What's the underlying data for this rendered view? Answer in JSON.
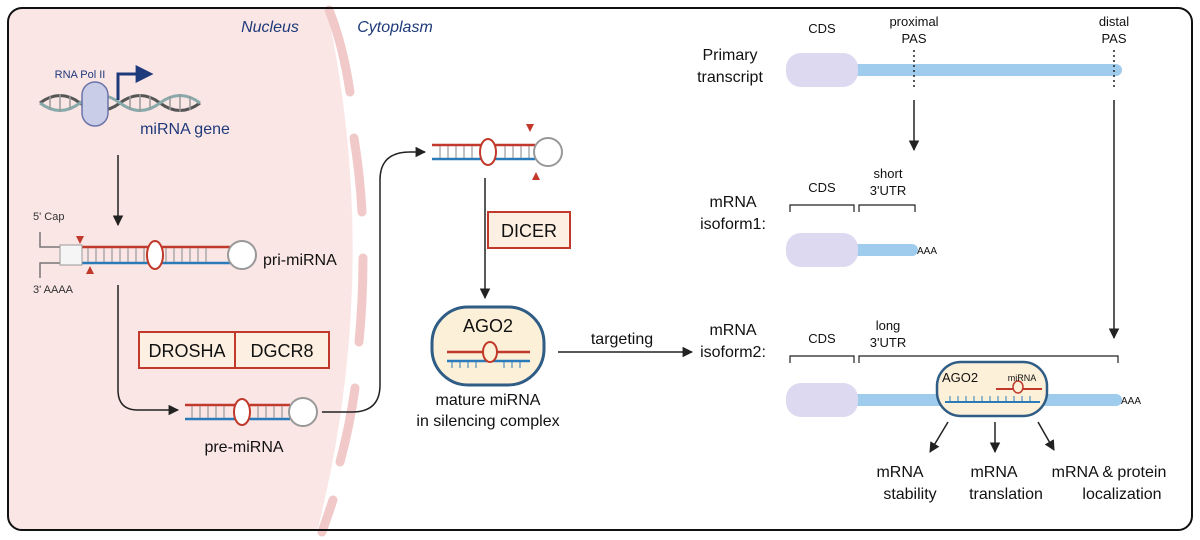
{
  "compartments": {
    "nucleus": "Nucleus",
    "cytoplasm": "Cytoplasm"
  },
  "biogenesis": {
    "polymerase": "RNA Pol II",
    "gene": "miRNA gene",
    "cap_5": "5' Cap",
    "tail_3": "3' AAAA",
    "pri": "pri-miRNA",
    "drosha": "DROSHA",
    "dgcr8": "DGCR8",
    "pre": "pre-miRNA",
    "dicer": "DICER",
    "ago2": "AGO2",
    "mature_line1": "mature miRNA",
    "mature_line2": "in silencing complex",
    "targeting": "targeting"
  },
  "isoforms": {
    "cds": "CDS",
    "proximal_line1": "proximal",
    "proximal_line2": "PAS",
    "distal_line1": "distal",
    "distal_line2": "PAS",
    "primary_line1": "Primary",
    "primary_line2": "transcript",
    "iso1_line1": "mRNA",
    "iso1_line2": "isoform1:",
    "iso2_line1": "mRNA",
    "iso2_line2": "isoform2:",
    "short_line1": "short",
    "short_line2": "3'UTR",
    "long_line1": "long",
    "long_line2": "3'UTR",
    "polya": "AAA",
    "complex_ago2": "AGO2",
    "complex_mirna": "miRNA"
  },
  "outcomes": {
    "stability_line1": "mRNA",
    "stability_line2": "stability",
    "translation_line1": "mRNA",
    "translation_line2": "translation",
    "localization_line1": "mRNA & protein",
    "localization_line2": "localization"
  },
  "colors": {
    "nucleus_fill": "#fbe6e6",
    "membrane": "#f2c9c9",
    "dark_blue": "#1f3a7a",
    "red": "#c0392b",
    "cds_fill": "#dcd9f0",
    "utr_blue": "#9fcbec",
    "complex_fill": "#fdf0d8",
    "box_fill": "#fdf0e2"
  }
}
